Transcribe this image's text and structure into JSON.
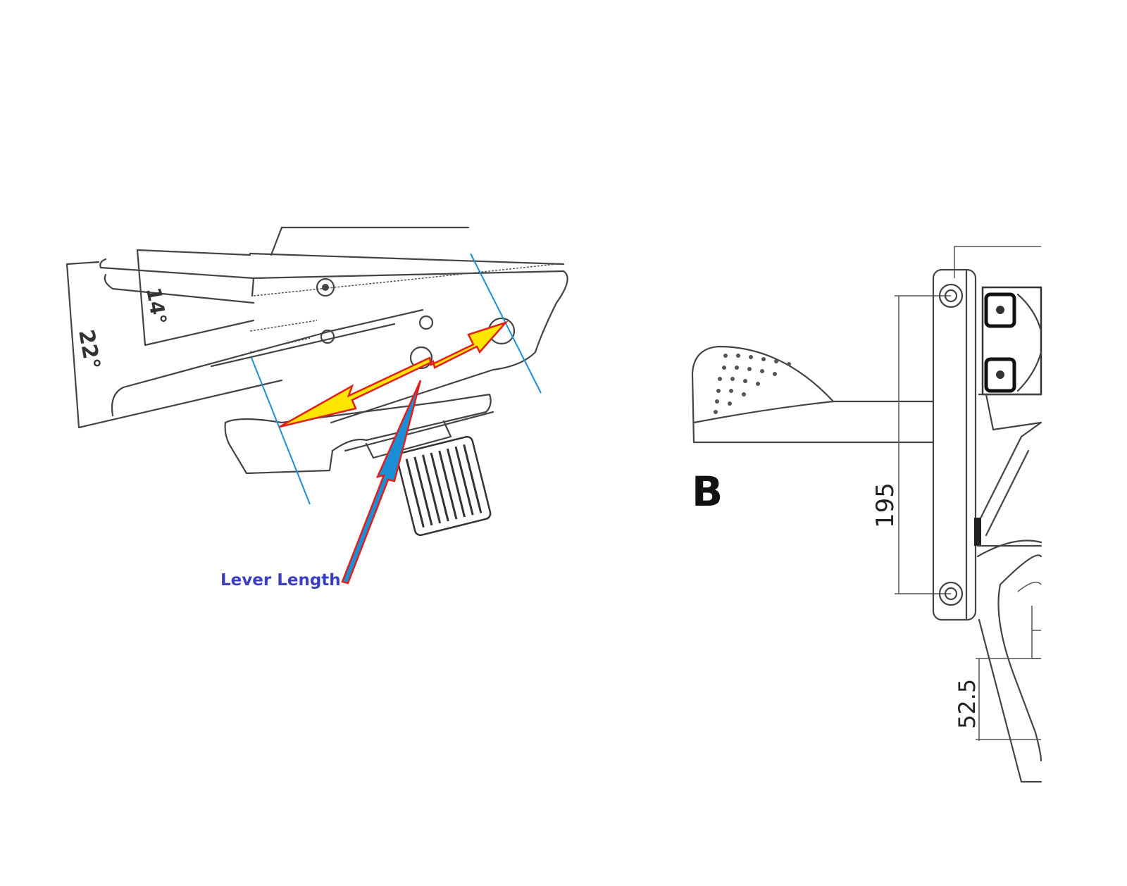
{
  "left_diagram": {
    "angle_inner": "14°",
    "angle_outer": "22°",
    "annotation": "Lever Length",
    "annotation_color": "#3a3fc0",
    "arrow_fill": "#ffe600",
    "arrow_outline": "#e0201c",
    "guide_color": "#1a8fd6"
  },
  "right_diagram": {
    "view_label": "B",
    "dimension_vertical": "195",
    "dimension_lower": "52.5"
  }
}
